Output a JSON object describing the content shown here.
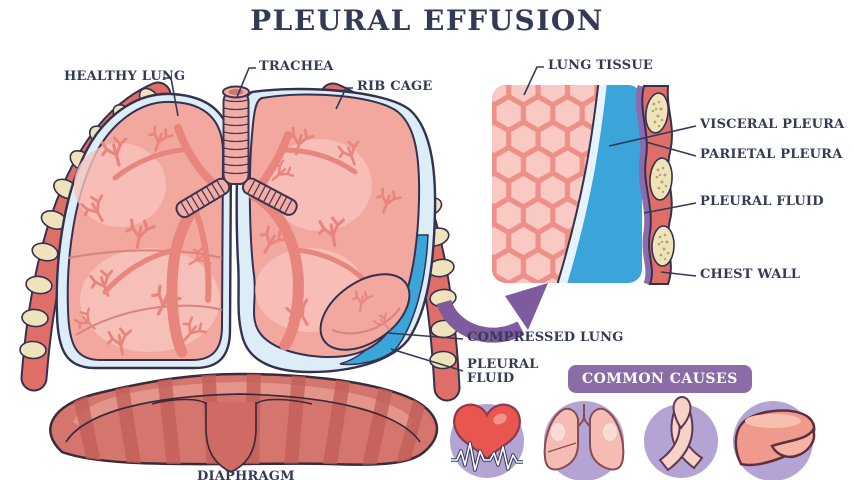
{
  "title": "PLEURAL EFFUSION",
  "labels": {
    "healthy_lung": "HEALTHY LUNG",
    "trachea": "TRACHEA",
    "rib_cage": "RIB CAGE",
    "lung_tissue": "LUNG TISSUE",
    "visceral_pleura": "VISCERAL PLEURA",
    "parietal_pleura": "PARIETAL PLEURA",
    "pleural_fluid_inset": "PLEURAL FLUID",
    "chest_wall": "CHEST WALL",
    "compressed_lung": "COMPRESSED LUNG",
    "pleural_fluid": "PLEURAL FLUID",
    "diaphragm": "DIAPHRAGM"
  },
  "common_causes": {
    "badge": "COMMON CAUSES",
    "icons": [
      "heart-cardiogram-icon",
      "lungs-icon",
      "awareness-ribbon-icon",
      "liver-icon"
    ]
  },
  "colors": {
    "label_navy": "#333a56",
    "lung_pink": "#f2a79f",
    "lung_light": "#f7c3bb",
    "bronchi_pink": "#e8857d",
    "rib_red": "#e06e68",
    "bone_beige": "#efe3bc",
    "pleura_band_blue": "#dcedf8",
    "fluid_blue": "#3ba4d9",
    "arrow_purple": "#7e5b9e",
    "badge_purple": "#8a6ca6",
    "icon_circle_purple": "#b4a4d4",
    "heart_red": "#e8564f",
    "diaphragm_red": "#d5766e"
  }
}
